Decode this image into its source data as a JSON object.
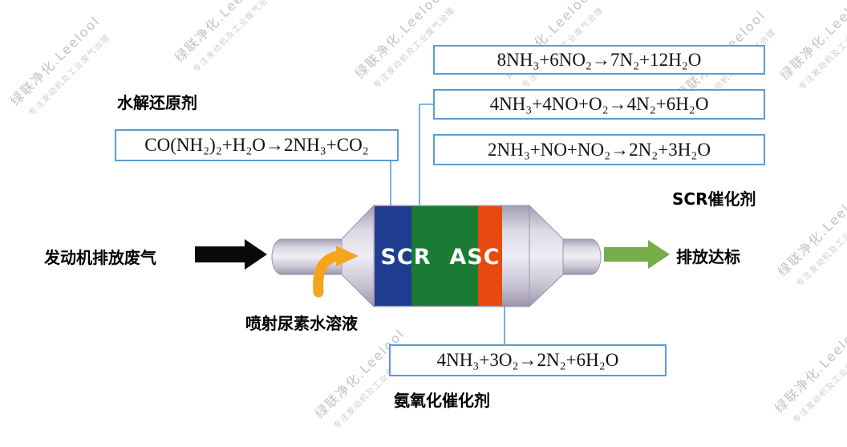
{
  "watermark": {
    "main": "绿联净化.Leelool",
    "sub": "专注发动机及工业废气治理"
  },
  "labels": {
    "hydrolysis_agent": "水解还原剂",
    "engine_exhaust": "发动机排放废气",
    "urea_injection": "喷射尿素水溶液",
    "scr_catalyst": "SCR催化剂",
    "emission_ok": "排放达标",
    "ammonia_oxidation_catalyst": "氨氧化催化剂"
  },
  "converter": {
    "scr_section": "SCR",
    "asc_section": "ASC"
  },
  "equations": {
    "no2_scr": "8NH₃+6NO₂→7N₂+12H₂O",
    "standard_scr": "4NH₃+4NO+O₂→4N₂+6H₂O",
    "fast_scr": "2NH₃+NO+NO₂→2N₂+3H₂O",
    "urea_hydrolysis": "CO(NH₂)₂+H₂O→2NH₃+CO₂",
    "ammonia_oxidation": "4NH₃+3O₂→2N₂+6H₂O"
  },
  "colors": {
    "box_border": "#5b9bd5",
    "connector": "#5b9bd5",
    "scr_blue": "#1e3d8f",
    "mid_green": "#1b7a33",
    "asc_orange": "#e8490f",
    "exhaust_arrow": "#0a0a0a",
    "clean_arrow": "#76ad48",
    "urea_arrow": "#f5a51d",
    "watermark_gray": "#c2c2c2"
  }
}
